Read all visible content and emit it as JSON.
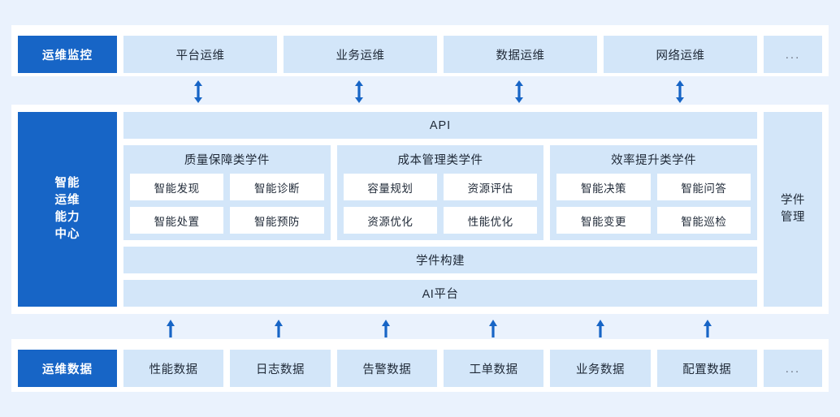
{
  "colors": {
    "page_background": "#eaf2fd",
    "panel_background": "#ffffff",
    "accent_blue": "#1765c6",
    "light_blue": "#d3e6f9",
    "tile_white": "#ffffff",
    "text": "#1f2937"
  },
  "top_section": {
    "accent_label": "运维监控",
    "items": [
      {
        "label": "平台运维"
      },
      {
        "label": "业务运维"
      },
      {
        "label": "数据运维"
      },
      {
        "label": "网络运维"
      }
    ],
    "more_label": "..."
  },
  "top_connectors": {
    "icon": "double-arrow-vertical-icon",
    "glyph": "↕",
    "count": 4
  },
  "middle_section": {
    "left_panel": {
      "lines": [
        "智能",
        "运维",
        "能力",
        "中心"
      ],
      "label": "智能运维能力中心"
    },
    "api_band": {
      "label": "API"
    },
    "groups": [
      {
        "title": "质量保障类学件",
        "tiles": [
          "智能发现",
          "智能诊断",
          "智能处置",
          "智能预防"
        ]
      },
      {
        "title": "成本管理类学件",
        "tiles": [
          "容量规划",
          "资源评估",
          "资源优化",
          "性能优化"
        ]
      },
      {
        "title": "效率提升类学件",
        "tiles": [
          "智能决策",
          "智能问答",
          "智能变更",
          "智能巡检"
        ]
      }
    ],
    "build_band": {
      "label": "学件构建"
    },
    "platform_band": {
      "label": "AI平台"
    },
    "right_panel": {
      "lines": [
        "学件",
        "管理"
      ],
      "label": "学件管理"
    }
  },
  "bottom_connectors": {
    "icon": "arrow-up-icon",
    "glyph": "↑",
    "count": 6
  },
  "bottom_section": {
    "accent_label": "运维数据",
    "items": [
      {
        "label": "性能数据"
      },
      {
        "label": "日志数据"
      },
      {
        "label": "告警数据"
      },
      {
        "label": "工单数据"
      },
      {
        "label": "业务数据"
      },
      {
        "label": "配置数据"
      }
    ],
    "more_label": "..."
  }
}
